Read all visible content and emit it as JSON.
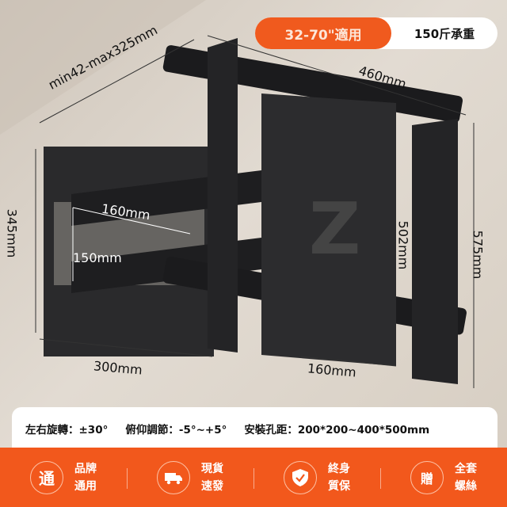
{
  "badges": {
    "size": "32-70\"適用",
    "load": "150斤承重"
  },
  "dimensions": {
    "depth": "min42-max325mm",
    "top_width": "460mm",
    "plate_height": "345mm",
    "arm_h": "160mm",
    "arm_v": "150mm",
    "plate_width": "300mm",
    "center_width": "160mm",
    "center_height": "502mm",
    "rail_height": "575mm"
  },
  "specs": [
    "左右旋轉：±30°",
    "俯仰調節：-5°~+5°",
    "安裝孔距：200*200~400*500mm"
  ],
  "features": [
    {
      "icon": "通",
      "line1": "品牌",
      "line2": "通用"
    },
    {
      "icon": "truck",
      "line1": "現貨",
      "line2": "速發"
    },
    {
      "icon": "shield-check",
      "line1": "終身",
      "line2": "質保"
    },
    {
      "icon": "贈",
      "line1": "全套",
      "line2": "螺絲"
    }
  ],
  "colors": {
    "accent": "#f2581c"
  }
}
